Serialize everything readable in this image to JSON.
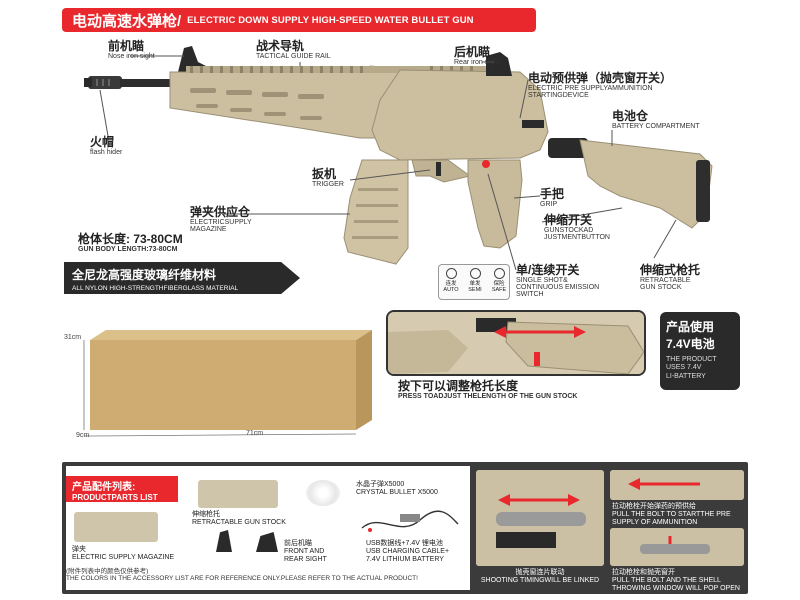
{
  "header": {
    "title_zh": "电动高速水弹枪/",
    "title_en": "ELECTRIC DOWN SUPPLY HIGH-SPEED WATER BULLET GUN"
  },
  "labels": {
    "front_sight": {
      "zh": "前机瞄",
      "en": "Nose iron sight"
    },
    "rail": {
      "zh": "战术导轨",
      "en": "TACTICAL GUIDE RAIL"
    },
    "rear_sight": {
      "zh": "后机瞄",
      "en": "Rear iron sight"
    },
    "pre_supply": {
      "zh": "电动预供弹（抛壳窗开关）",
      "en1": "ELECTRIC PRE SUPPLYAMMUNITION",
      "en2": "STARTINGDEVICE"
    },
    "battery_comp": {
      "zh": "电池仓",
      "en": "BATTERY COMPARTMENT"
    },
    "flash_hider": {
      "zh": "火帽",
      "en": "flash hider"
    },
    "trigger": {
      "zh": "扳机",
      "en": "TRIGGER"
    },
    "magazine": {
      "zh": "弹夹供应仓",
      "en1": "ELECTRICSUPPLY",
      "en2": "MAGAZINE"
    },
    "grip": {
      "zh": "手把",
      "en": "GRIP"
    },
    "stock_button": {
      "zh": "伸缩开关",
      "en1": "GUNSTOCKAD",
      "en2": "JUSTMENTBUTTON"
    },
    "mode_switch": {
      "zh": "单/连续开关",
      "en1": "SINGLE SHOT&",
      "en2": "CONTINUOUS EMISSION",
      "en3": "SWITCH"
    },
    "retract_stock": {
      "zh": "伸缩式枪托",
      "en1": "RETRACTABLE",
      "en2": "GUN STOCK"
    }
  },
  "gun_length": {
    "zh": "枪体长度: 73-80CM",
    "en": "GUN BODY LENGTH:73-80CM"
  },
  "material": {
    "zh": "全尼龙高强度玻璃纤维材料",
    "en": "ALL NYLON HIGH-STRENGTHFIBERGLASS MATERIAL"
  },
  "modes": [
    {
      "zh": "连发",
      "en": "AUTO"
    },
    {
      "zh": "单发",
      "en": "SEMI"
    },
    {
      "zh": "保险",
      "en": "SAFE"
    }
  ],
  "box_dims": {
    "height": "31cm",
    "depth": "9cm",
    "length": "71cm"
  },
  "battery": {
    "zh1": "产品使用",
    "zh2": "7.4V电池",
    "en1": "THE PRODUCT",
    "en2": "USES 7.4V",
    "en3": "LI-BATTERY"
  },
  "press": {
    "zh": "按下可以调整枪托长度",
    "en": "PRESS TOADJUST THELENGTH OF THE GUN STOCK"
  },
  "parts": {
    "title_zh": "产品配件列表:",
    "title_en": "PRODUCTPARTS LIST",
    "stock": {
      "zh": "伸缩枪托",
      "en": "RETRACTABLE GUN STOCK"
    },
    "crystal": {
      "zh": "水晶子弹X5000",
      "en": "CRYSTAL BULLET X5000"
    },
    "sights": {
      "zh": "前后机瞄",
      "en1": "FRONT AND",
      "en2": "REAR SIGHT"
    },
    "usb": {
      "zh": "USB数据线+7.4V 锂电池",
      "en1": "USB CHARGING CABLE+",
      "en2": "7.4V LITHIUM BATTERY"
    },
    "mag": {
      "zh": "弹夹",
      "en": "ELECTRIC SUPPLY MAGAZINE"
    },
    "note_zh": "(附件列表中的颜色仅供参考)",
    "note_en": "THE COLORS IN THE ACCESSORY LIST ARE FOR REFERENCE ONLY.PLEASE REFER TO THE ACTUAL PRODUCT!"
  },
  "bolt1": {
    "zh": "抛壳窗连片联动",
    "en": "SHOOTING TIMINGWILL BE LINKED"
  },
  "bolt2": {
    "zh": "拉动枪栓开始弹药的预供给",
    "en1": "PULL THE BOLT TO STARTTHE PRE",
    "en2": "SUPPLY OF AMMUNITION"
  },
  "bolt3": {
    "zh": "拉动枪栓和抛壳窗开",
    "en1": "PULL THE BOLT AND THE SHELL",
    "en2": "THROWING WINDOW WILL POP OPEN"
  },
  "colors": {
    "accent": "#e8282c",
    "tan": "#cfc3a4",
    "dark": "#2a2a2a"
  }
}
